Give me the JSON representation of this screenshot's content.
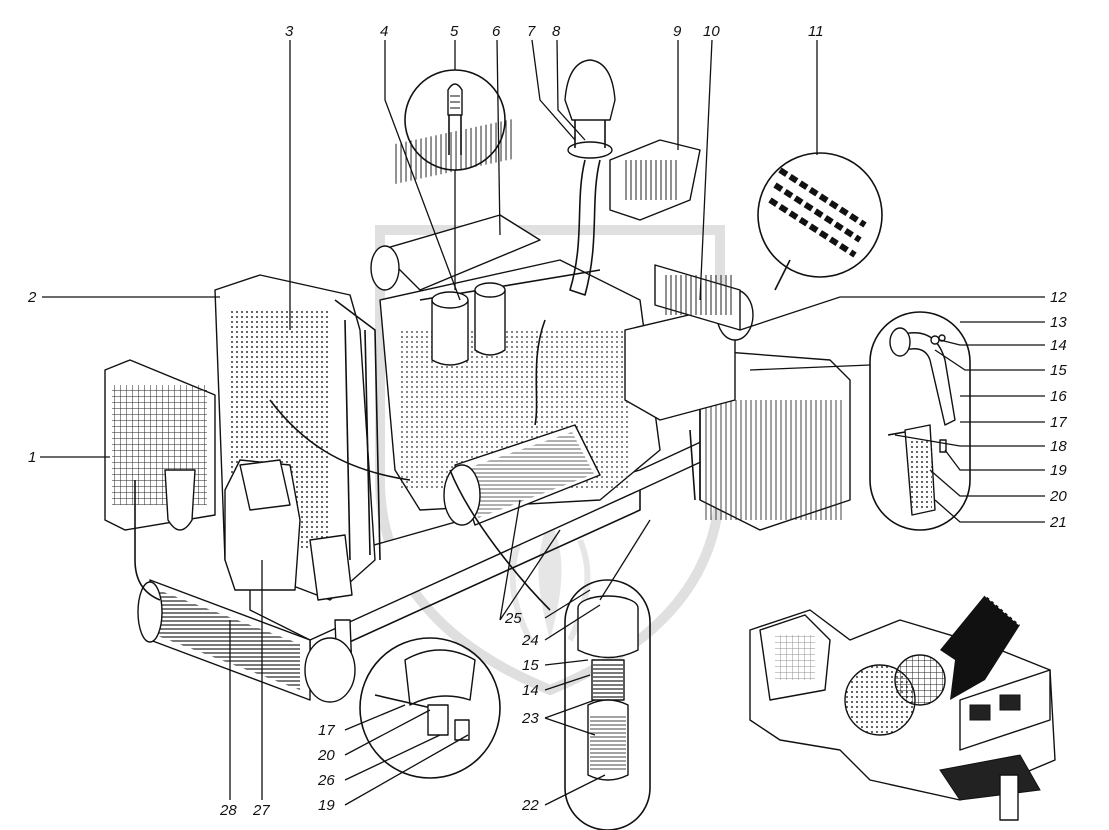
{
  "callouts": [
    "1",
    "2",
    "3",
    "4",
    "5",
    "6",
    "7",
    "8",
    "9",
    "10",
    "11",
    "12",
    "13",
    "14",
    "15",
    "16",
    "17",
    "18",
    "19",
    "20",
    "21",
    "15",
    "14",
    "17",
    "20",
    "22",
    "23",
    "24",
    "25",
    "26",
    "27",
    "28",
    "19"
  ],
  "icons": {
    "watermark": "gear-emblem-watermark",
    "pointer": "arrow-pointer-icon"
  }
}
